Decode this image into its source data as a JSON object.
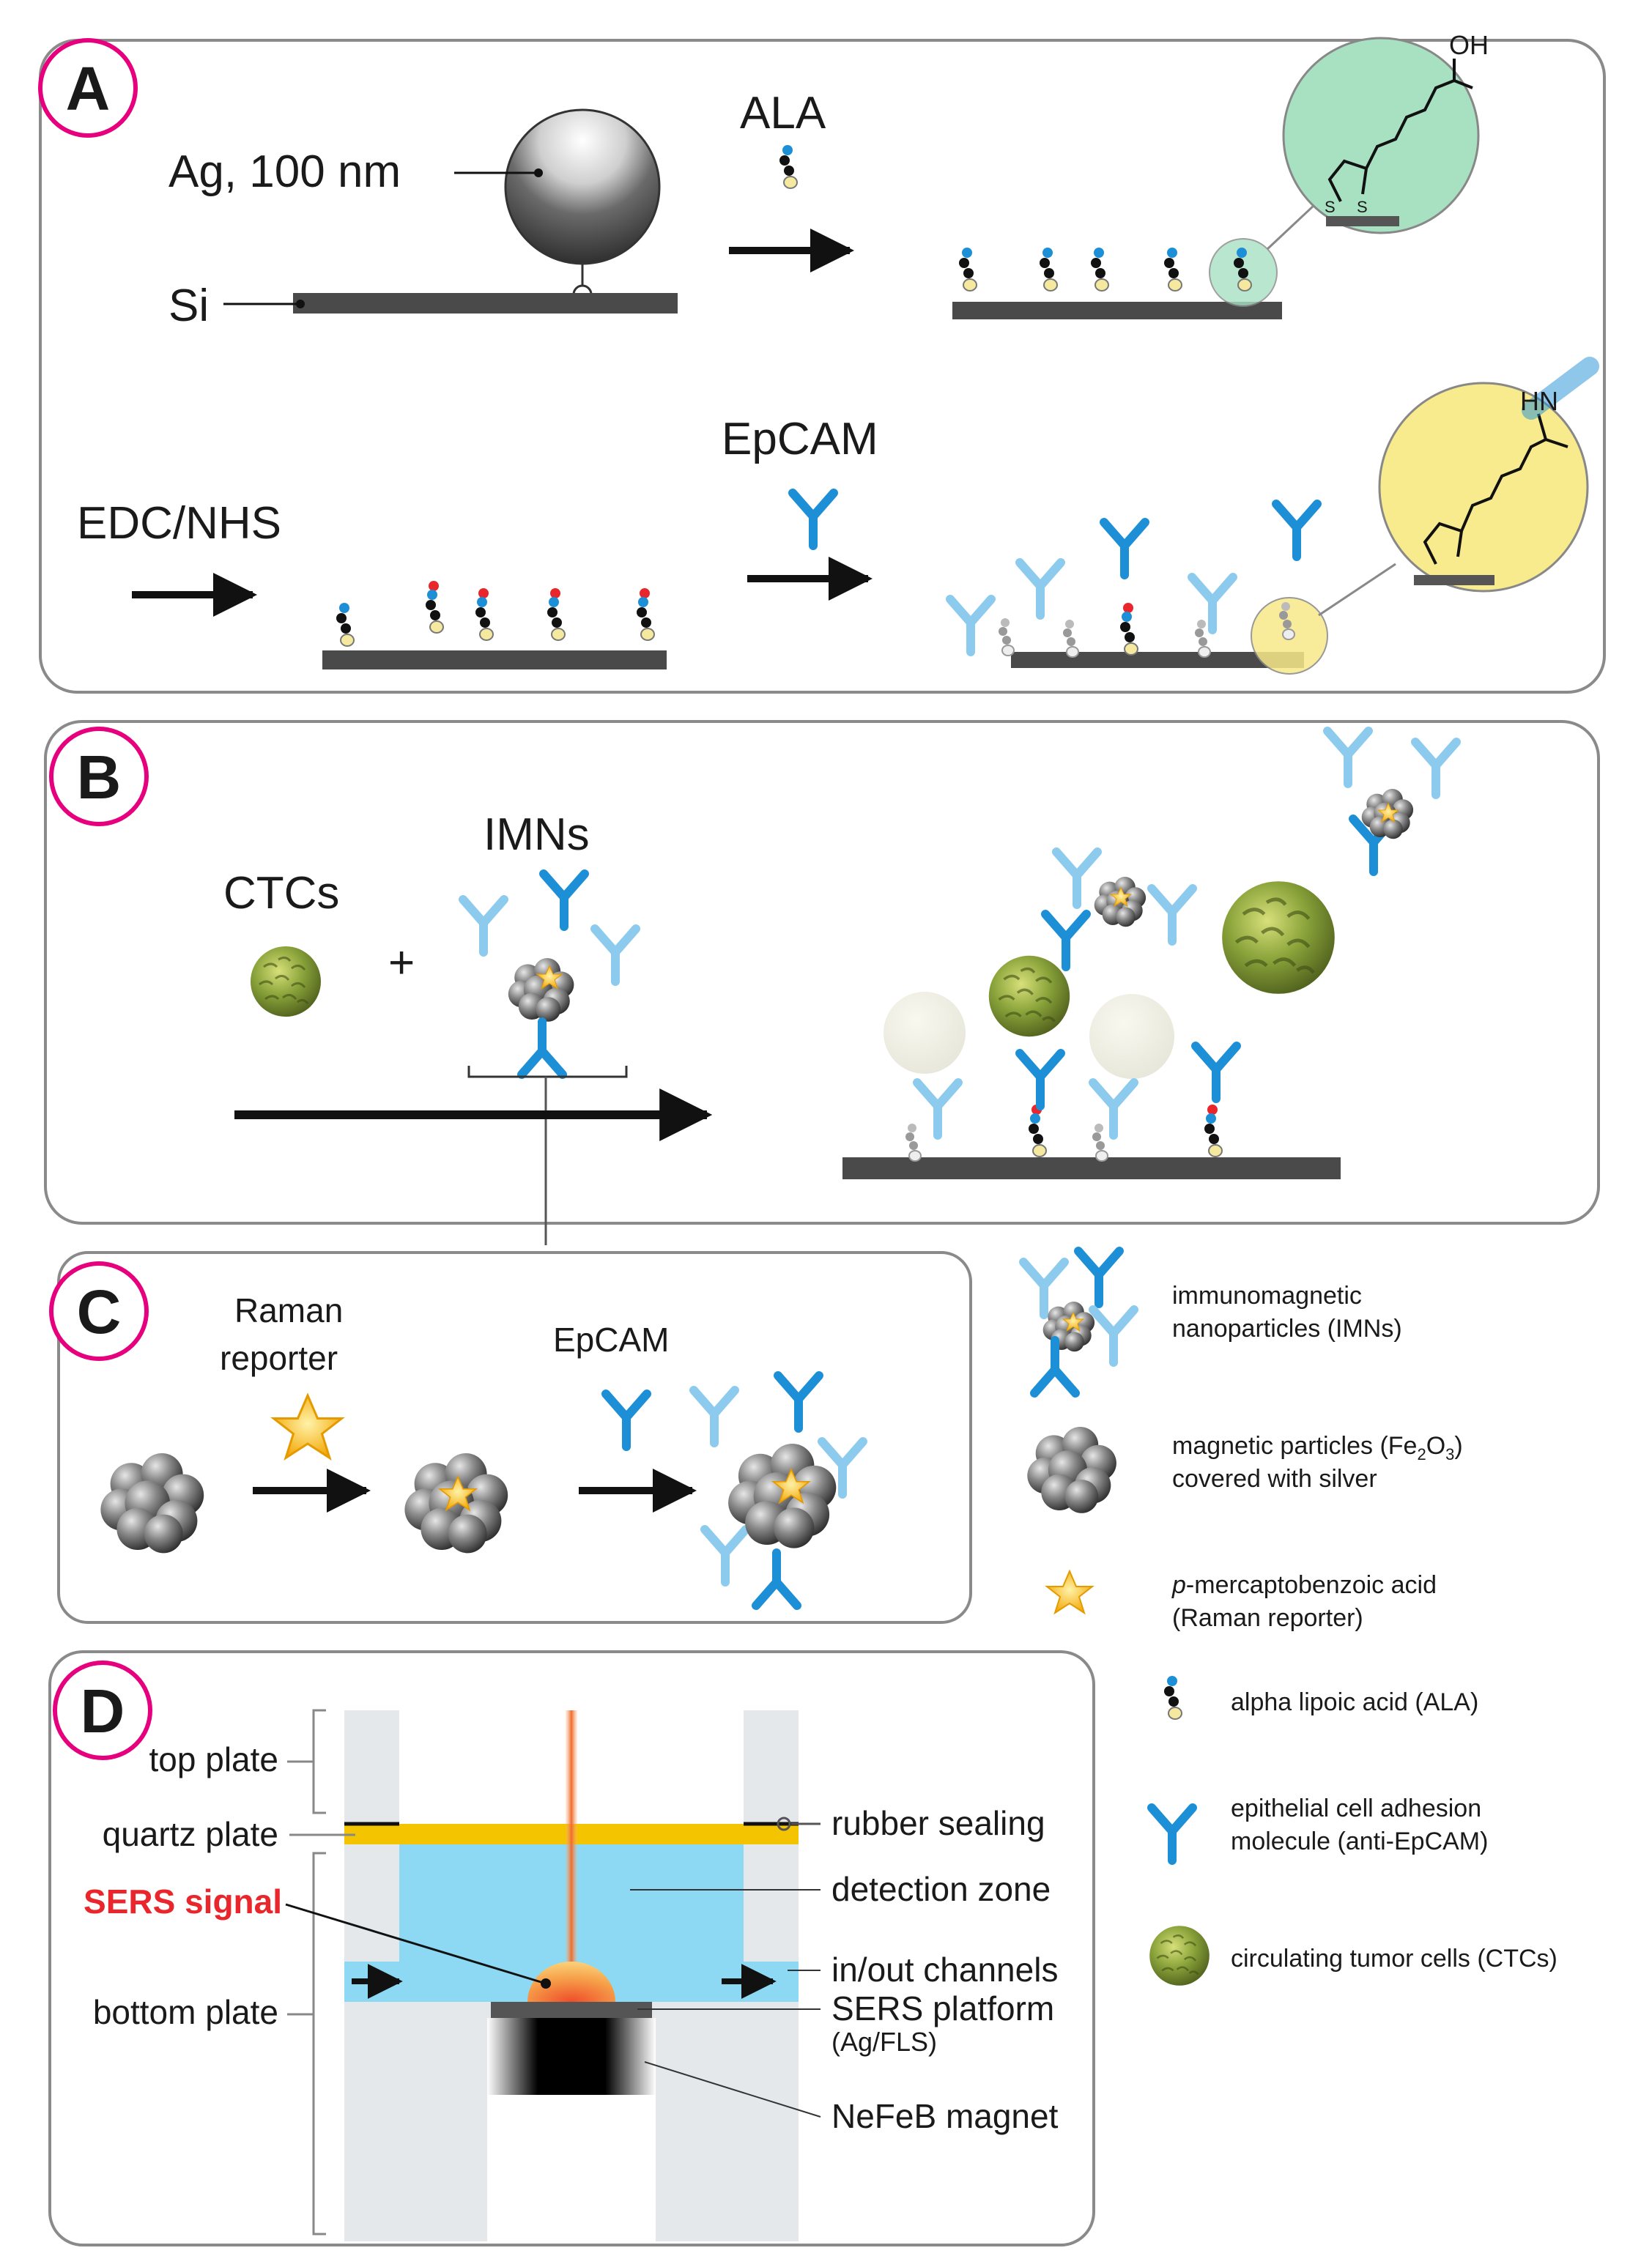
{
  "panels": {
    "a": {
      "letter": "A",
      "ag_label": "Ag, 100 nm",
      "si_label": "Si",
      "ala_label": "ALA",
      "edc_label": "EDC/NHS",
      "epcam_label": "EpCAM",
      "oh_label": "OH",
      "hn_label": "HN",
      "s_label": "S"
    },
    "b": {
      "letter": "B",
      "ctcs_label": "CTCs",
      "imns_label": "IMNs",
      "plus": "+"
    },
    "c": {
      "letter": "C",
      "raman_line1": "Raman",
      "raman_line2": "reporter",
      "epcam_label": "EpCAM"
    },
    "d": {
      "letter": "D",
      "top_plate": "top plate",
      "quartz_plate": "quartz plate",
      "sers_signal": "SERS signal",
      "bottom_plate": "bottom plate",
      "rubber_sealing": "rubber sealing",
      "detection_zone": "detection zone",
      "in_out_channels": "in/out channels",
      "sers_platform": "SERS platform",
      "sers_platform_sub": "(Ag/FLS)",
      "magnet": "NeFeB magnet"
    }
  },
  "legend": {
    "imn_line1": "immunomagnetic",
    "imn_line2": "nanoparticles (IMNs)",
    "mag_line1_pre": "magnetic particles (Fe",
    "mag_sub1": "2",
    "mag_mid": "O",
    "mag_sub2": "3",
    "mag_post": ")",
    "mag_line2": "covered with silver",
    "pmba_italic": "p",
    "pmba_rest": "-mercaptobenzoic acid",
    "pmba_line2": "(Raman reporter)",
    "ala": "alpha lipoic acid (ALA)",
    "epcam_line1": "epithelial cell adhesion",
    "epcam_line2": "molecule (anti-EpCAM)",
    "ctc": "circulating tumor cells (CTCs)"
  },
  "colors": {
    "accent_pink": "#e6007e",
    "antibody_blue": "#1d8fd6",
    "sers_red": "#e8262b",
    "detection_zone": "#8dd8f2",
    "quartz_yellow": "#f5c400",
    "platform_gray": "#555555"
  }
}
